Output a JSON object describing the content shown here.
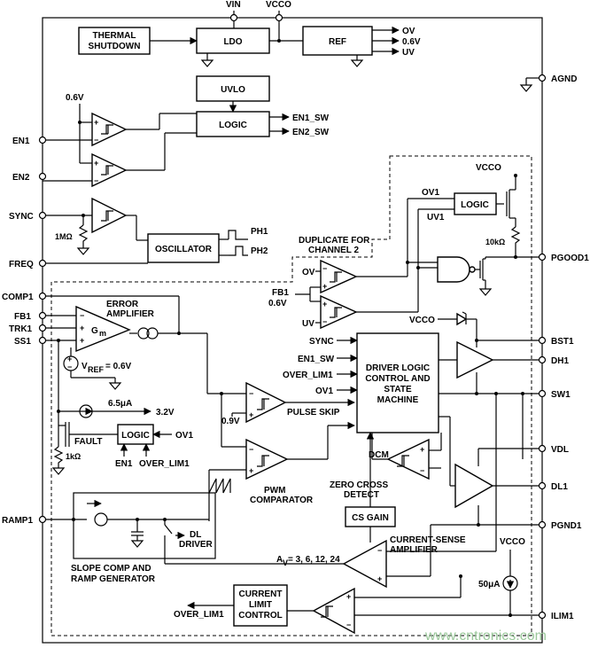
{
  "pins_top": {
    "vin": "VIN",
    "vcco": "VCCO"
  },
  "pins_left": {
    "en1": "EN1",
    "en2": "EN2",
    "sync": "SYNC",
    "freq": "FREQ",
    "comp1": "COMP1",
    "fb1": "FB1",
    "trk1": "TRK1",
    "ss1": "SS1",
    "ramp1": "RAMP1"
  },
  "pins_right": {
    "agnd": "AGND",
    "pgood1": "PGOOD1",
    "bst1": "BST1",
    "dh1": "DH1",
    "sw1": "SW1",
    "vdl": "VDL",
    "dl1": "DL1",
    "pgnd1": "PGND1",
    "ilim1": "ILIM1"
  },
  "blocks": {
    "thermal1": "THERMAL",
    "thermal2": "SHUTDOWN",
    "ldo": "LDO",
    "ref": "REF",
    "uvlo": "UVLO",
    "logic_en": "LOGIC",
    "oscillator": "OSCILLATOR",
    "logic_pg": "LOGIC",
    "logic_fault": "LOGIC",
    "driver1": "DRIVER LOGIC",
    "driver2": "CONTROL AND",
    "driver3": "STATE",
    "driver4": "MACHINE",
    "cs_gain": "CS GAIN",
    "climit1": "CURRENT",
    "climit2": "LIMIT",
    "climit3": "CONTROL"
  },
  "labels": {
    "ov": "OV",
    "v06": "0.6V",
    "uv": "UV",
    "en_ref": "0.6V",
    "en1_sw": "EN1_SW",
    "en2_sw": "EN2_SW",
    "r_sync": "1MΩ",
    "ph1": "PH1",
    "ph2": "PH2",
    "dup1": "DUPLICATE FOR",
    "dup2": "CHANNEL 2",
    "vcco_pg": "VCCO",
    "ov1_pg": "OV1",
    "uv1_pg": "UV1",
    "r_pg": "10kΩ",
    "ov_cmp": "OV",
    "uv_cmp": "UV",
    "fb1_cmp": "FB1",
    "v06_cmp": "0.6V",
    "ea1": "ERROR",
    "ea2": "AMPLIFIER",
    "gm": "G",
    "vref_lead": "V",
    "vref_sub": "REF",
    "vref_tail": " = 0.6V",
    "i65": "6.5μA",
    "v32": "3.2V",
    "fault": "FAULT",
    "r1k": "1kΩ",
    "ov1_fault": "OV1",
    "en1_fault": "EN1",
    "olim_fault": "OVER_LIM1",
    "v09": "0.9V",
    "pulse_skip": "PULSE SKIP",
    "pwm1": "PWM",
    "pwm2": "COMPARATOR",
    "in_sync": "SYNC",
    "in_en1sw": "EN1_SW",
    "in_olim": "OVER_LIM1",
    "in_ov1": "OV1",
    "vcco_bst": "VCCO",
    "dcm": "DCM",
    "zc1": "ZERO CROSS",
    "zc2": "DETECT",
    "dl_drv1": "DL",
    "dl_drv2": "DRIVER",
    "slope1": "SLOPE COMP AND",
    "slope2": "RAMP GENERATOR",
    "av": "A",
    "av_sub": "V",
    "av_tail": " = 3, 6, 12, 24",
    "csa1": "CURRENT-SENSE",
    "csa2": "AMPLIFIER",
    "vcco_ilim": "VCCO",
    "i50": "50μA",
    "over_lim1_out": "OVER_LIM1"
  },
  "watermark": "www.cntronics.com"
}
